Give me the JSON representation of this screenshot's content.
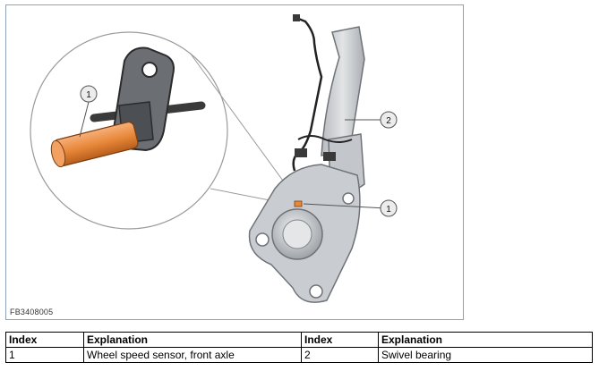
{
  "figure": {
    "id_label": "FB3408005",
    "callouts": [
      "1",
      "2",
      "1"
    ]
  },
  "legend": {
    "headers": [
      "Index",
      "Explanation",
      "Index",
      "Explanation"
    ],
    "rows": [
      [
        "1",
        "Wheel speed sensor, front axle",
        "2",
        "Swivel bearing"
      ]
    ]
  },
  "colors": {
    "sensor": "#e8883a",
    "border": "#8fa3b8",
    "metal": "#c9ccd0"
  }
}
